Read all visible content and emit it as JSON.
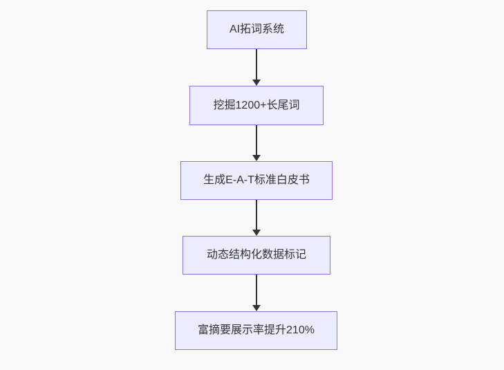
{
  "diagram": {
    "type": "flowchart",
    "direction": "top-down",
    "nodes": [
      {
        "label": "AI拓词系统"
      },
      {
        "label": "挖掘1200+长尾词"
      },
      {
        "label": "生成E-A-T标准白皮书"
      },
      {
        "label": "动态结构化数据标记"
      },
      {
        "label": "富摘要展示率提升210%"
      }
    ],
    "edges": [
      {
        "from": 0,
        "to": 1
      },
      {
        "from": 1,
        "to": 2
      },
      {
        "from": 2,
        "to": 3
      },
      {
        "from": 3,
        "to": 4
      }
    ],
    "colors": {
      "background": "#f9f9f9",
      "node_fill": "#ececff",
      "node_border": "#9370db",
      "node_text": "#333333",
      "arrow": "#333333"
    }
  }
}
